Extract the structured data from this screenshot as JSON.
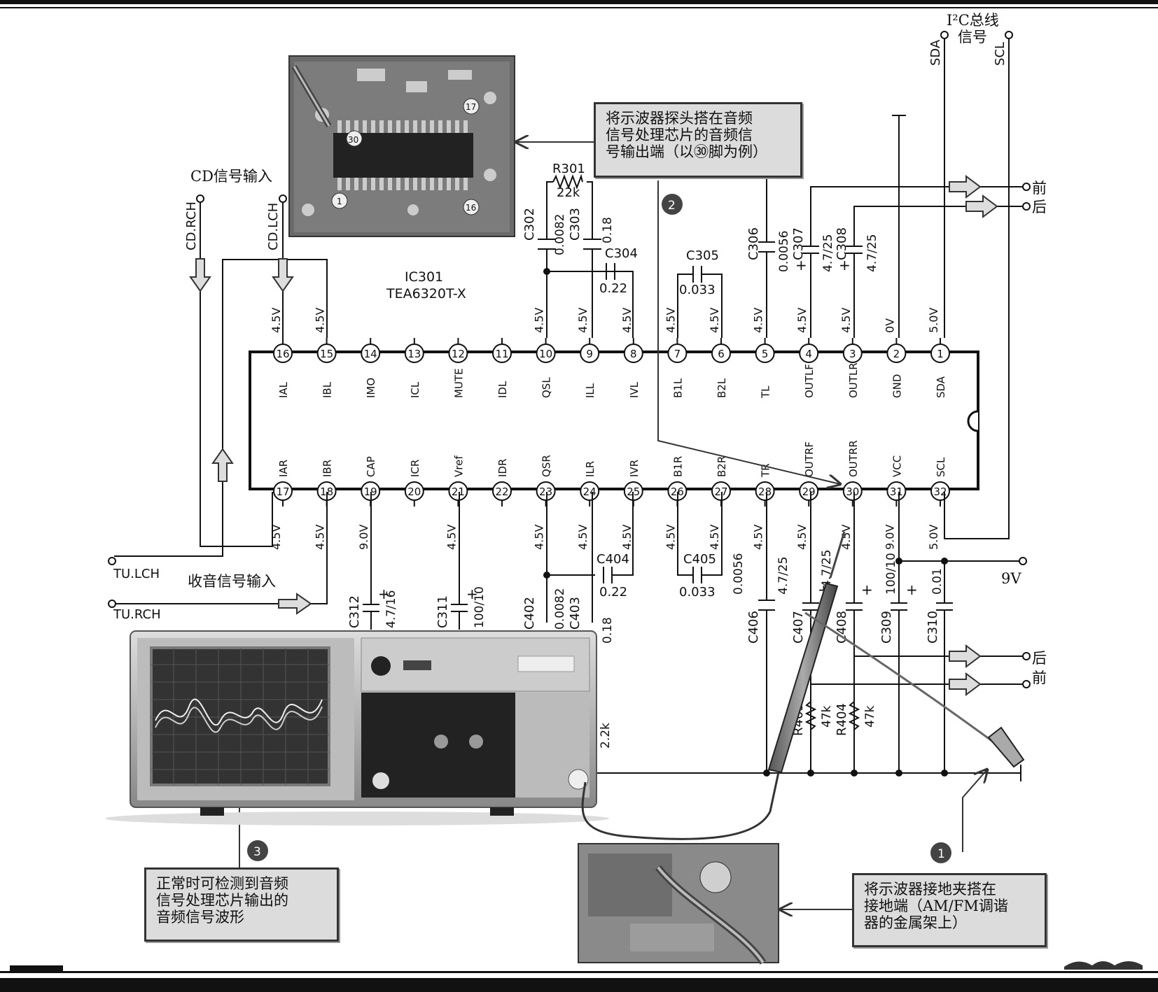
{
  "chip": {
    "ref": "IC301",
    "model": "TEA6320T-X"
  },
  "pins_top": [
    {
      "num": "16",
      "name": "IAL",
      "volt": "4.5V"
    },
    {
      "num": "15",
      "name": "IBL",
      "volt": "4.5V"
    },
    {
      "num": "14",
      "name": "IMO",
      "volt": ""
    },
    {
      "num": "13",
      "name": "ICL",
      "volt": ""
    },
    {
      "num": "12",
      "name": "MUTE",
      "volt": ""
    },
    {
      "num": "11",
      "name": "IDL",
      "volt": ""
    },
    {
      "num": "10",
      "name": "QSL",
      "volt": "4.5V"
    },
    {
      "num": "9",
      "name": "ILL",
      "volt": "4.5V"
    },
    {
      "num": "8",
      "name": "IVL",
      "volt": "4.5V"
    },
    {
      "num": "7",
      "name": "B1L",
      "volt": "4.5V"
    },
    {
      "num": "6",
      "name": "B2L",
      "volt": "4.5V"
    },
    {
      "num": "5",
      "name": "TL",
      "volt": "4.5V"
    },
    {
      "num": "4",
      "name": "OUTLF",
      "volt": "4.5V"
    },
    {
      "num": "3",
      "name": "OUTLR",
      "volt": "4.5V"
    },
    {
      "num": "2",
      "name": "GND",
      "volt": "0V"
    },
    {
      "num": "1",
      "name": "SDA",
      "volt": "5.0V"
    }
  ],
  "pins_bottom": [
    {
      "num": "17",
      "name": "IAR",
      "volt": "4.5V"
    },
    {
      "num": "18",
      "name": "IBR",
      "volt": "4.5V"
    },
    {
      "num": "19",
      "name": "CAP",
      "volt": "9.0V"
    },
    {
      "num": "20",
      "name": "ICR",
      "volt": ""
    },
    {
      "num": "21",
      "name": "Vref",
      "volt": "4.5V"
    },
    {
      "num": "22",
      "name": "IDR",
      "volt": ""
    },
    {
      "num": "23",
      "name": "QSR",
      "volt": "4.5V"
    },
    {
      "num": "24",
      "name": "ILR",
      "volt": "4.5V"
    },
    {
      "num": "25",
      "name": "IVR",
      "volt": "4.5V"
    },
    {
      "num": "26",
      "name": "B1R",
      "volt": "4.5V"
    },
    {
      "num": "27",
      "name": "B2R",
      "volt": "4.5V"
    },
    {
      "num": "28",
      "name": "TR",
      "volt": "4.5V"
    },
    {
      "num": "29",
      "name": "OUTRF",
      "volt": "4.5V"
    },
    {
      "num": "30",
      "name": "OUTRR",
      "volt": "4.5V"
    },
    {
      "num": "31",
      "name": "VCC",
      "volt": "9.0V"
    },
    {
      "num": "32",
      "name": "SCL",
      "volt": "5.0V"
    }
  ],
  "components": {
    "r301": "R301",
    "r301_val": "22k",
    "c302": "C302",
    "c302_val": "0.0082",
    "c303": "C303",
    "c303_val": "0.18",
    "c304": "C304",
    "c304_val": "0.22",
    "c305": "C305",
    "c305_val": "0.033",
    "c306": "C306",
    "c306_val": "0.0056",
    "c307": "C307",
    "c307_val": "4.7/25",
    "c308": "C308",
    "c308_val": "4.7/25",
    "c312": "C312",
    "c312_val": "4.7/16",
    "c311": "C311",
    "c311_val": "100/10",
    "c402": "C402",
    "c402_val": "0.0082",
    "c403": "C403",
    "c403_val": "0.18",
    "c404": "C404",
    "c404_val": "0.22",
    "c405": "C405",
    "c405_val": "0.033",
    "c406": "C406",
    "c406_val": "0.0056",
    "c407": "C407",
    "c407_val": "4.7/25",
    "c408": "C408",
    "c408_val": "4.7/25",
    "c309": "C309",
    "c309_val": "100/10",
    "c310": "C310",
    "c310_val": "0.01",
    "r403": "R403",
    "r403_val": "47k",
    "r404": "R404",
    "r404_val": "47k",
    "r_misc_val": "2.2k"
  },
  "labels": {
    "i2c_bus": "I²C总线",
    "i2c_bus2": "信号",
    "sda": "SDA",
    "scl": "SCL",
    "cd_input": "CD信号输入",
    "cd_rch": "CD.RCH",
    "cd_lch": "CD.LCH",
    "tu_lch": "TU.LCH",
    "tu_rch": "TU.RCH",
    "radio_input": "收音信号输入",
    "front": "前",
    "rear": "后",
    "v9": "9V"
  },
  "steps": {
    "s1": "1",
    "s2": "2",
    "s3": "3"
  },
  "chip_photo_pins": {
    "p30": "30",
    "p17": "17",
    "p1": "1",
    "p16": "16"
  },
  "callouts": {
    "c2": [
      "将示波器探头搭在音频",
      "信号处理芯片的音频信",
      "号输出端（以㉚脚为例）"
    ],
    "c1": [
      "将示波器接地夹搭在",
      "接地端（AM/FM调谐",
      "器的金属架上）"
    ],
    "c3": [
      "正常时可检测到音频",
      "信号处理芯片输出的",
      "音频信号波形"
    ]
  }
}
